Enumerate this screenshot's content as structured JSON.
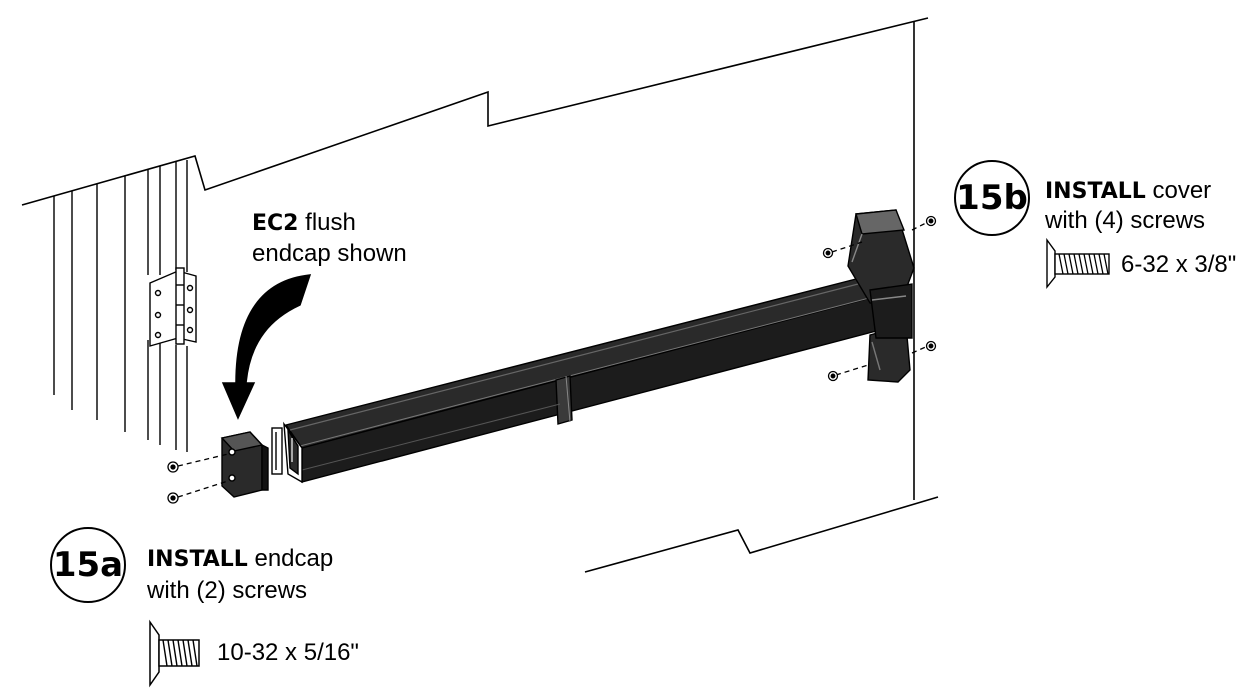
{
  "callout_ec2": {
    "model": "EC2",
    "line1_rest": " flush",
    "line2": "endcap shown"
  },
  "step_15a": {
    "badge": "15a",
    "verb": "INSTALL",
    "verb_rest": " endcap",
    "line2": "with (2) screws",
    "screw_size": "10-32 x 5/16\""
  },
  "step_15b": {
    "badge": "15b",
    "verb": "INSTALL",
    "verb_rest": " cover",
    "line2": "with (4) screws",
    "screw_size": "6-32 x 3/8\""
  },
  "colors": {
    "bar_dark": "#1c1c1c",
    "bar_mid": "#3a3a3a",
    "line": "#000000"
  }
}
